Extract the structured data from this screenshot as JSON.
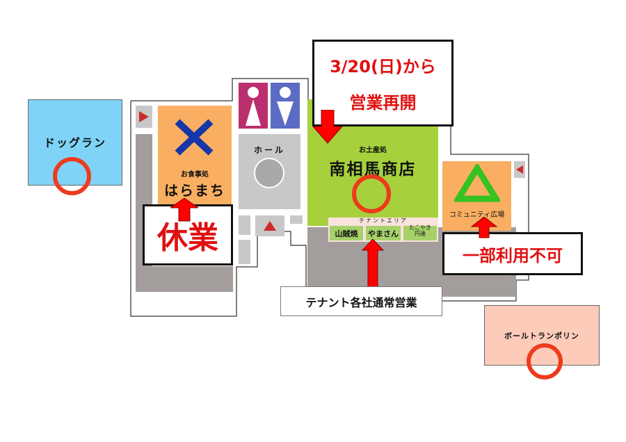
{
  "map": {
    "areas": {
      "dog_run": {
        "label": "ドッグラン",
        "status_symbol": "○",
        "color": "#7fd3f7"
      },
      "restaurant": {
        "sub_label": "お食事処",
        "label": "はらまち",
        "status_symbol": "×",
        "color": "#f9ae62"
      },
      "restroom": {
        "female_color": "#bb2f6e",
        "male_color": "#5b6cc4"
      },
      "hall": {
        "label": "ホール"
      },
      "souvenir_shop": {
        "sub_label": "お土産処",
        "label": "南相馬商店",
        "status_symbol": "○",
        "color": "#a6d13c"
      },
      "tenant_area": {
        "label": "テナントエリア",
        "tenants": [
          "山賊焼",
          "やまさん",
          "たこやき\n円達"
        ]
      },
      "community_plaza": {
        "label": "コミュニティ広場",
        "status_symbol": "△",
        "color": "#f9ae62"
      },
      "ball_trampoline": {
        "label": "ボールトランポリン",
        "status_symbol": "○",
        "color": "#fccbb9"
      }
    },
    "callouts": {
      "restaurant": "休業",
      "souvenir_line1": "3/20(日)から",
      "souvenir_line2": "営業再開",
      "tenants": "テナント各社通常営業",
      "community": "一部利用不可"
    },
    "colors": {
      "accent_red": "#e01010",
      "ring_red": "#ee3a1c",
      "cross_blue": "#1537a8",
      "triangle_green": "#36c21f",
      "arrow_red": "#cc2b2b"
    }
  }
}
